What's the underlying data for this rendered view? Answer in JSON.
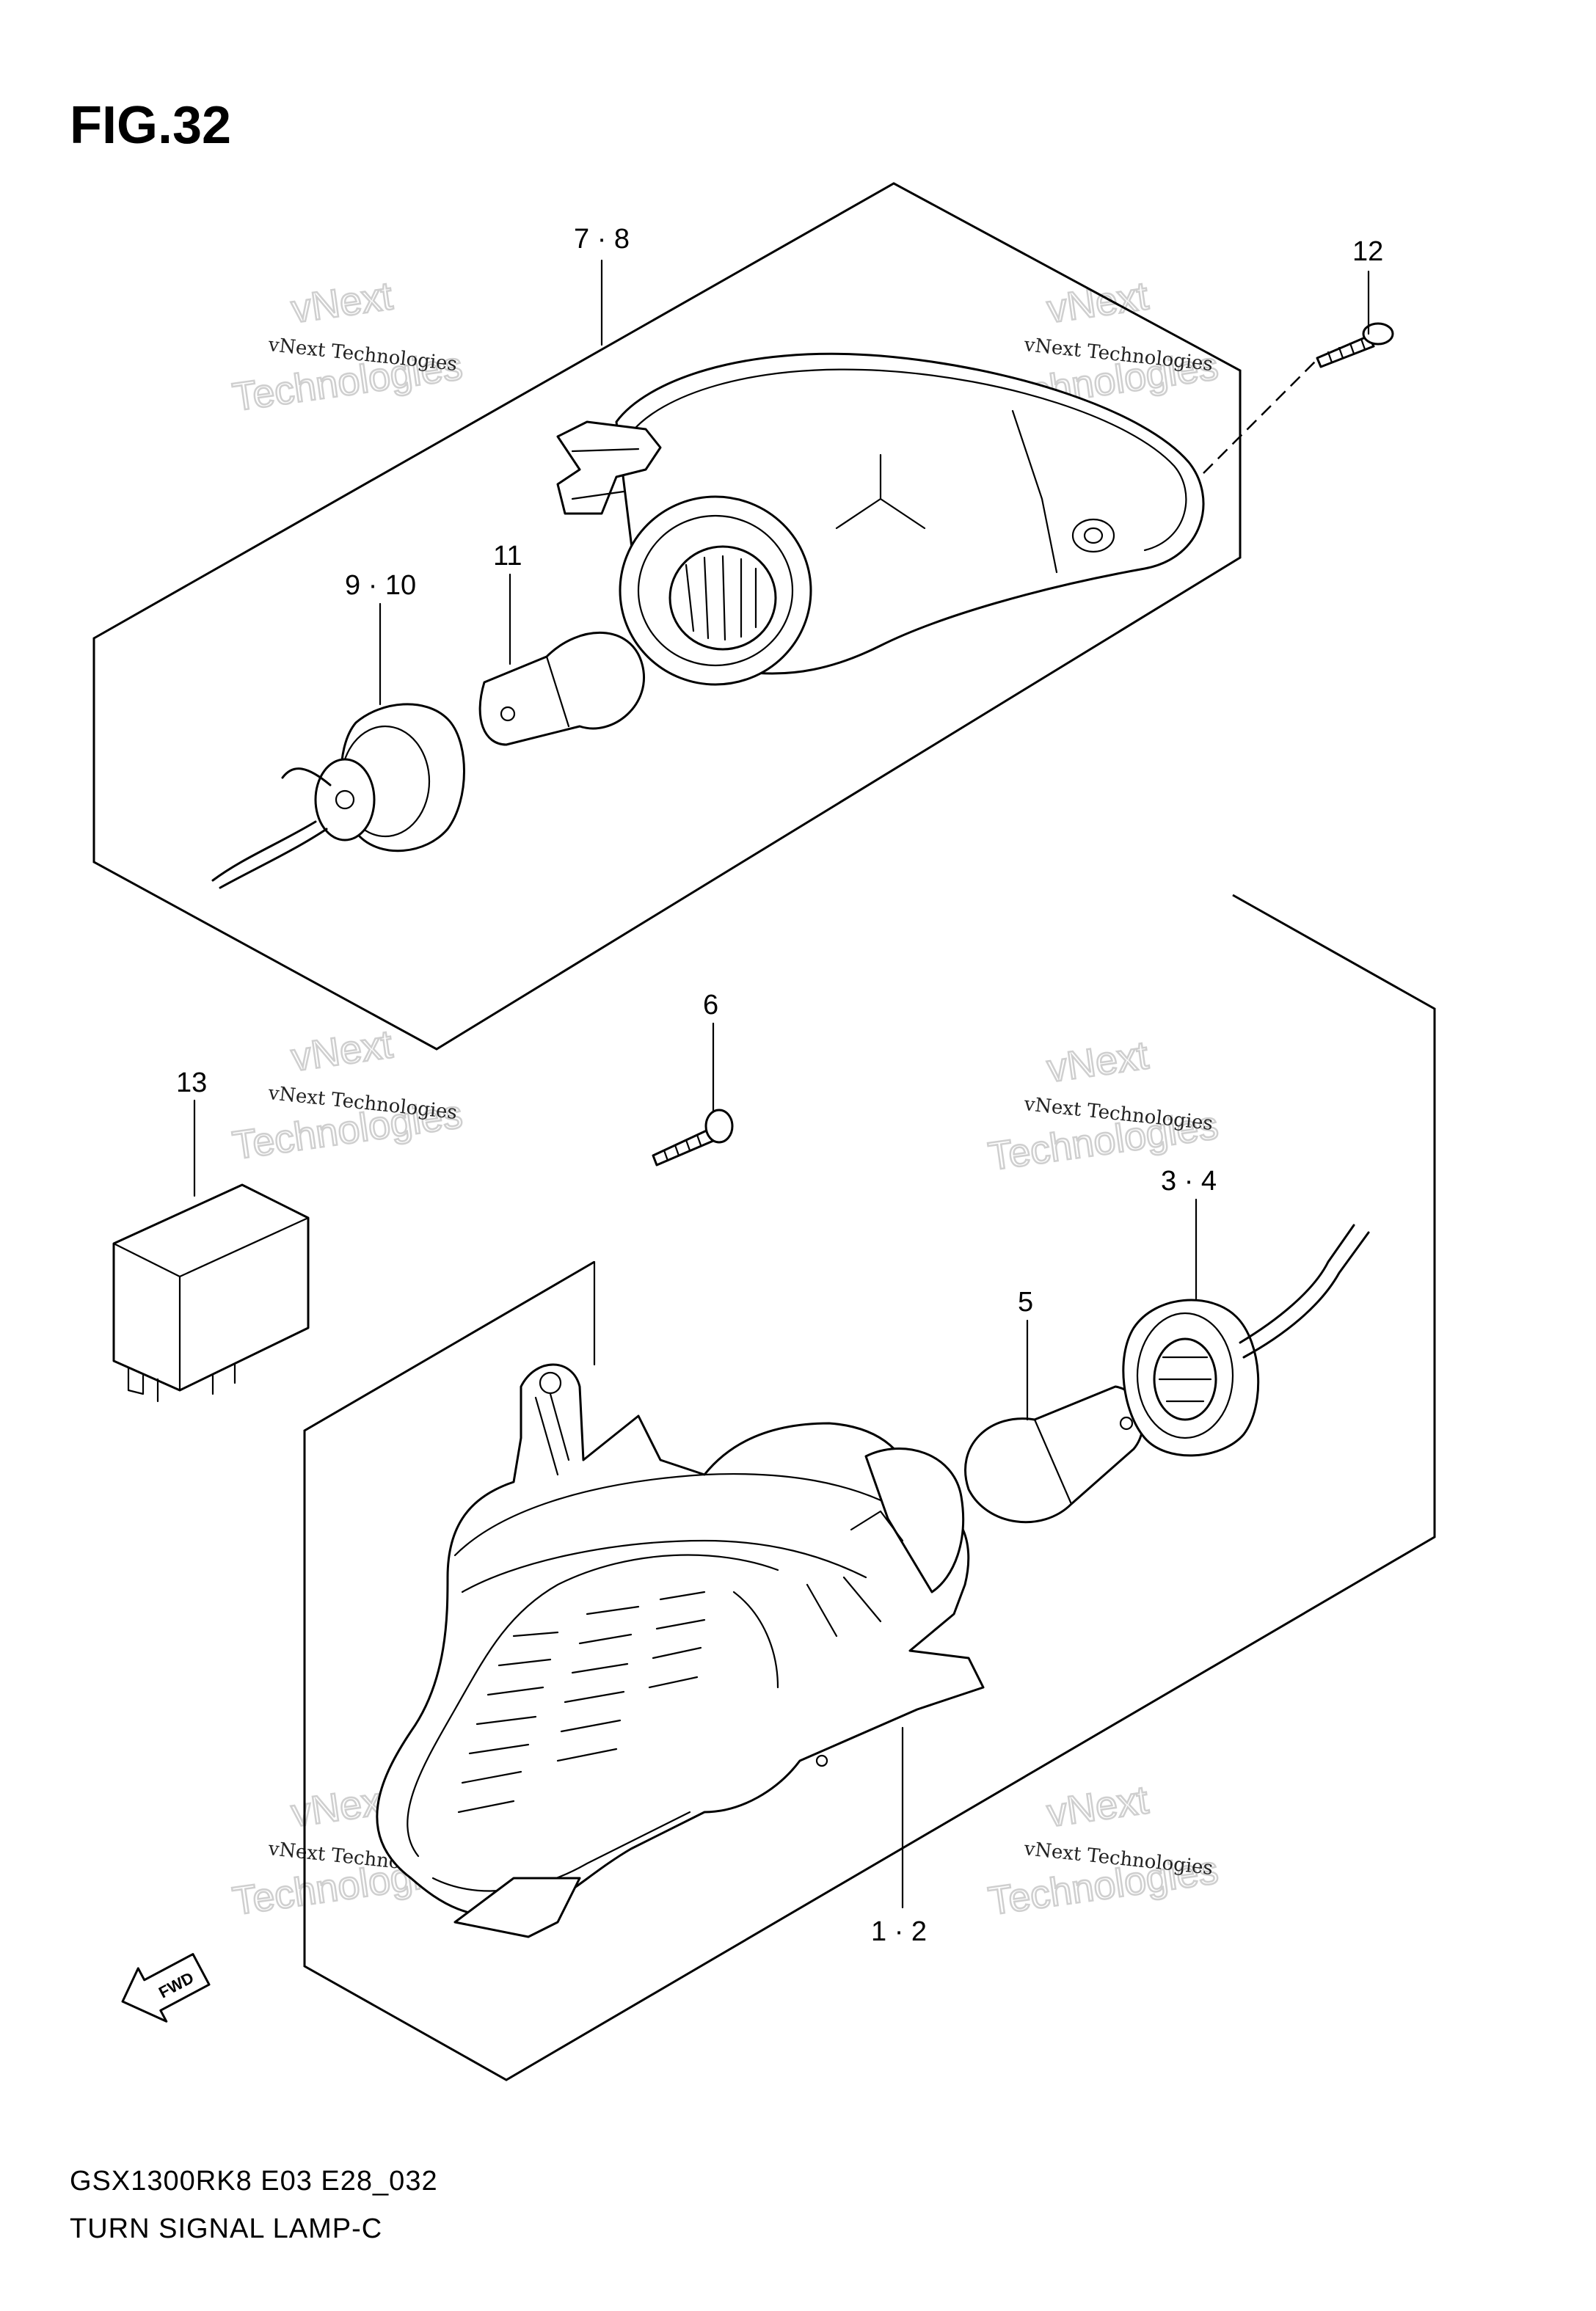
{
  "figure": {
    "title": "FIG.32"
  },
  "callouts": {
    "c78": "7 · 8",
    "c12": "12",
    "c910": "9 · 10",
    "c11": "11",
    "c6": "6",
    "c13": "13",
    "c34": "3 · 4",
    "c5": "5",
    "c12b": "1 · 2"
  },
  "watermark": {
    "small": "vNext Technologies",
    "big_top": "vNext",
    "big_bottom": "Technologies"
  },
  "fwd_label": "FWD",
  "footer": {
    "model": "GSX1300RK8 E03 E28_032",
    "name": "TURN SIGNAL LAMP-C"
  },
  "icons": [
    "fwd-arrow-icon"
  ]
}
